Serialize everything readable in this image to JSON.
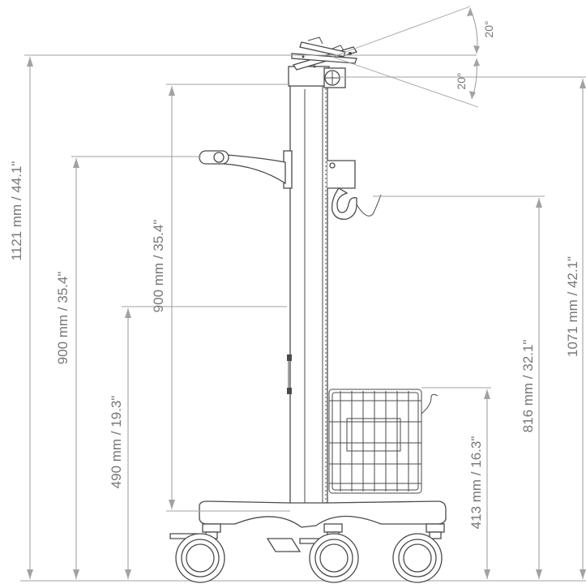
{
  "dimensions": {
    "overall_height": "1121 mm / 44.1\"",
    "handle_height": "900 mm / 35.4\"",
    "column_height": "900 mm / 35.4\"",
    "clip_height": "490 mm / 19.3\"",
    "basket_height": "413 mm / 16.3\"",
    "hook_height": "816 mm / 32.1\"",
    "right_height": "1071 mm / 42.1\""
  },
  "angles": {
    "tilt_up": "20°",
    "tilt_down": "20°"
  },
  "colors": {
    "dimension": "#a2a2a2",
    "text": "#777777",
    "outline": "#4a4a4a"
  }
}
